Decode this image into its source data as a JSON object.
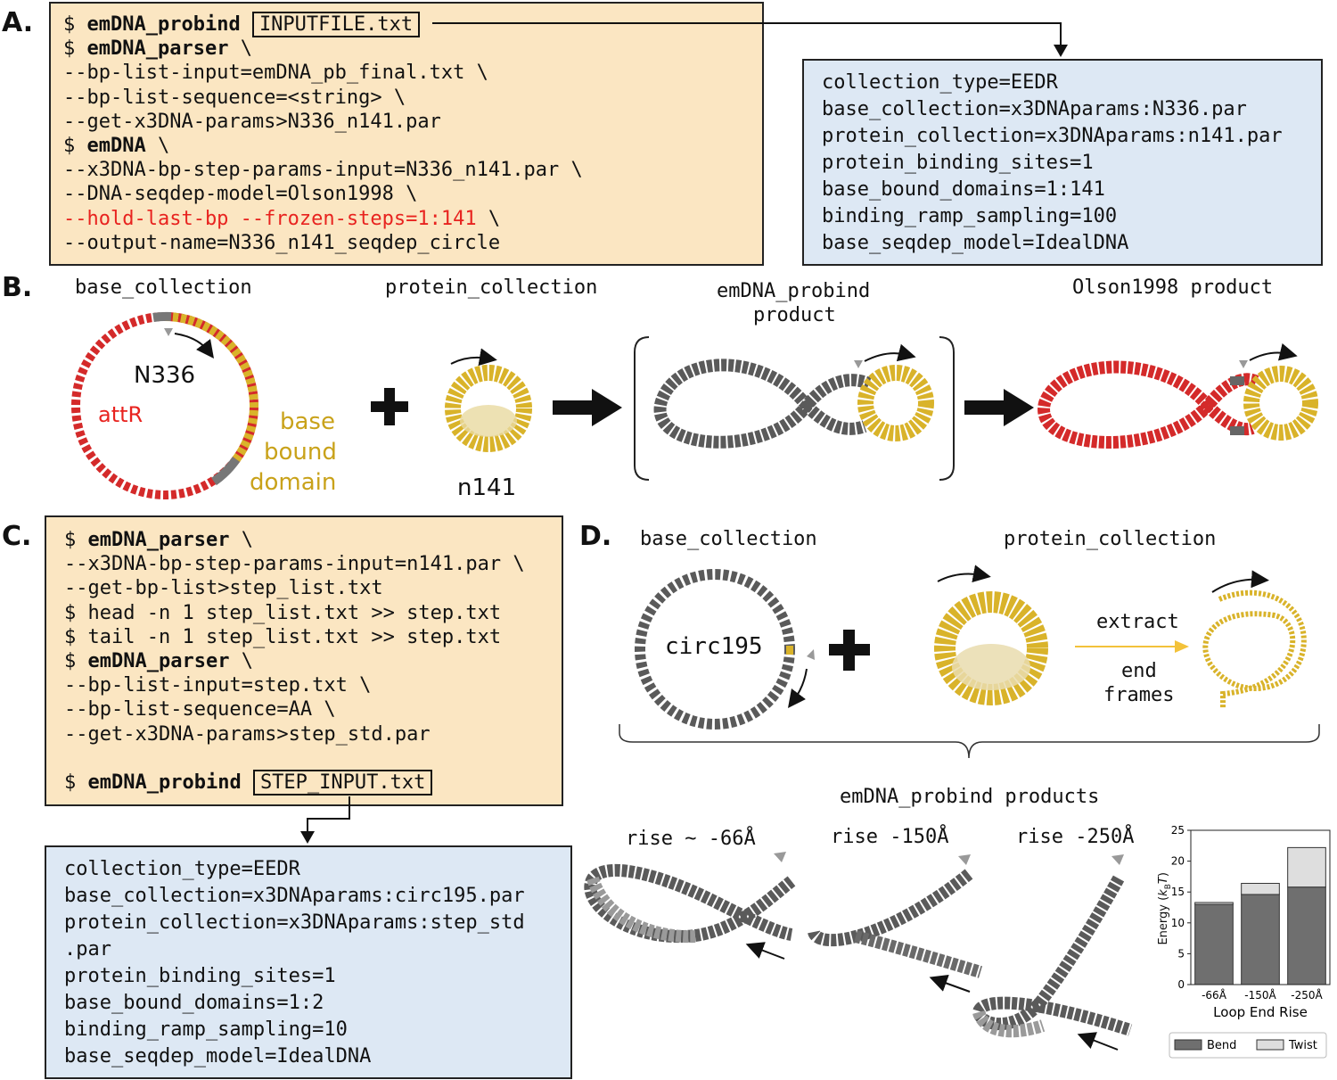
{
  "panels": {
    "a": "A.",
    "b": "B.",
    "c": "C.",
    "d": "D."
  },
  "panel_a": {
    "prompt": "$",
    "cmd1": "emDNA_probind",
    "cmd1_arg": "INPUTFILE.txt",
    "cmd2": "emDNA_parser",
    "cont": "\\",
    "a_l3": "--bp-list-input=emDNA_pb_final.txt \\",
    "a_l4": "--bp-list-sequence=<string> \\",
    "a_l5": "--get-x3DNA-params>N336_n141.par",
    "cmd3": "emDNA",
    "a_l7": "--x3DNA-bp-step-params-input=N336_n141.par \\",
    "a_l8": "--DNA-seqdep-model=Olson1998 \\",
    "a_l9_red": "--hold-last-bp --frozen-steps=1:141",
    "a_l9_tail": "\\",
    "a_l10": "--output-name=N336_n141_seqdep_circle"
  },
  "panel_a_input": [
    "collection_type=EEDR",
    "base_collection=x3DNAparams:N336.par",
    "protein_collection=x3DNAparams:n141.par",
    "protein_binding_sites=1",
    "base_bound_domains=1:141",
    "binding_ramp_sampling=100",
    "base_seqdep_model=IdealDNA"
  ],
  "panel_b": {
    "base_collection": "base_collection",
    "protein_collection": "protein_collection",
    "probind_product_1": "emDNA_probind",
    "probind_product_2": "product",
    "olson_product": "Olson1998 product",
    "n336": "N336",
    "attr": "attR",
    "base_bound_1": "base",
    "base_bound_2": "bound",
    "base_bound_3": "domain",
    "n141": "n141",
    "plus": "+"
  },
  "panel_c": {
    "prompt": "$",
    "cmd_parser": "emDNA_parser",
    "cont": "\\",
    "c_l2": "--x3DNA-bp-step-params-input=n141.par \\",
    "c_l3": "--get-bp-list>step_list.txt",
    "c_l4": "$ head -n 1 step_list.txt >> step.txt",
    "c_l5": "$ tail -n 1 step_list.txt >> step.txt",
    "c_l7": "--bp-list-input=step.txt \\",
    "c_l8": "--bp-list-sequence=AA \\",
    "c_l9": "--get-x3DNA-params>step_std.par",
    "cmd_probind": "emDNA_probind",
    "probind_arg": "STEP_INPUT.txt"
  },
  "panel_c_input": [
    "collection_type=EEDR",
    "base_collection=x3DNAparams:circ195.par",
    "protein_collection=x3DNAparams:step_std",
    ".par",
    "protein_binding_sites=1",
    "base_bound_domains=1:2",
    "binding_ramp_sampling=10",
    "base_seqdep_model=IdealDNA"
  ],
  "panel_d": {
    "base_collection": "base_collection",
    "protein_collection": "protein_collection",
    "circ195": "circ195",
    "extract": "extract",
    "end_frames_1": "end",
    "end_frames_2": "frames",
    "products": "emDNA_probind products",
    "rise1": "rise ~ -66Å",
    "rise2": "rise -150Å",
    "rise3": "rise -250Å",
    "plus": "+"
  },
  "colors": {
    "code_bg": "#fbe6c2",
    "input_bg": "#dde8f4",
    "dna_grey": "#5a5a5a",
    "dna_red": "#d42a2a",
    "protein_gold": "#d9b32a",
    "command_red": "#e8231f",
    "bend": "#6f6f6f",
    "twist": "#dedede"
  },
  "chart_data": {
    "type": "bar",
    "stacked": true,
    "categories": [
      "-66Å",
      "-150Å",
      "-250Å"
    ],
    "series": [
      {
        "name": "Bend",
        "values": [
          13.0,
          14.6,
          15.8
        ]
      },
      {
        "name": "Twist",
        "values": [
          0.3,
          1.8,
          6.4
        ]
      }
    ],
    "xlabel": "Loop End Rise",
    "ylabel": "Energy (k_BT)",
    "ylabel_main": "Energy (",
    "ylabel_sym": "k",
    "ylabel_sub": "B",
    "ylabel_T": "T",
    "ylabel_close": ")",
    "ylim": [
      0,
      25
    ],
    "yticks": [
      "0",
      "5",
      "10",
      "15",
      "20",
      "25"
    ],
    "legend_position": "bottom"
  }
}
